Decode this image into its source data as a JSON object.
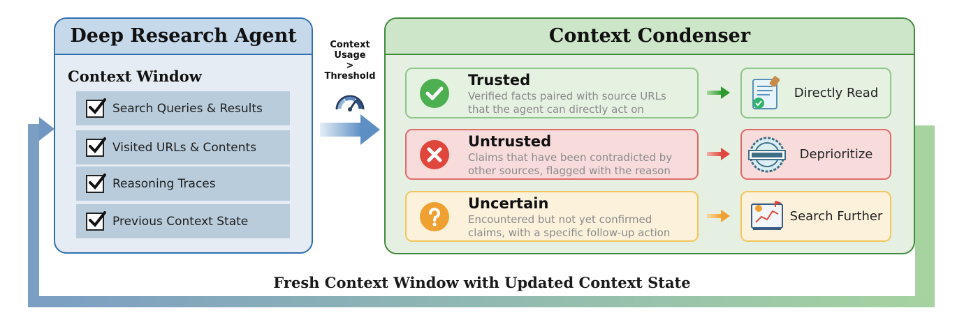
{
  "agent_panel": {
    "title": "Deep Research Agent",
    "context_window_title": "Context Window",
    "items": [
      {
        "label": "Search Queries & Results"
      },
      {
        "label": "Visited URLs & Contents"
      },
      {
        "label": "Reasoning Traces"
      },
      {
        "label": "Previous Context State"
      }
    ]
  },
  "connector": {
    "line1": "Context",
    "line2": "Usage",
    "line3": ">",
    "line4": "Threshold",
    "icon": "gauge-icon"
  },
  "condenser_panel": {
    "title": "Context Condenser",
    "categories": [
      {
        "title": "Trusted",
        "desc_line1": "Verified facts paired with source URLs",
        "desc_line2": "that the agent can directly act on",
        "icon": "check-circle-icon",
        "action": "Directly Read",
        "action_icon": "document-seal-icon",
        "color": "#4caf50",
        "bg": "#e6f2e1",
        "border": "#8fc58a"
      },
      {
        "title": "Untrusted",
        "desc_line1": "Claims that have been contradicted by",
        "desc_line2": "other sources, flagged with the reason",
        "icon": "x-circle-icon",
        "action": "Deprioritize",
        "action_icon": "deferred-stamp-icon",
        "color": "#e0463c",
        "bg": "#f8dcdc",
        "border": "#e06a6a"
      },
      {
        "title": "Uncertain",
        "desc_line1": "Encountered but not yet confirmed",
        "desc_line2": "claims, with a specific follow-up action",
        "icon": "question-circle-icon",
        "action": "Search Further",
        "action_icon": "research-chart-icon",
        "color": "#f0a030",
        "bg": "#fcf2dc",
        "border": "#f2c55e"
      }
    ]
  },
  "loop_caption": "Fresh Context Window with Updated Context State",
  "colors": {
    "agent_border": "#2f6fb0",
    "condenser_border": "#3f8a3a",
    "loop_left": "#7b9ec3",
    "loop_right": "#a6d3a0"
  }
}
